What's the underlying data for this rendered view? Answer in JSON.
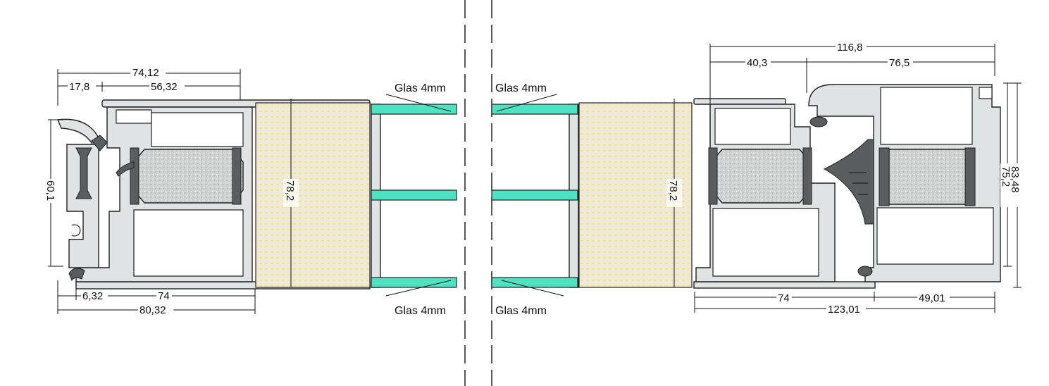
{
  "drawing": {
    "left_section": {
      "dimensions": {
        "top_total": "74,12",
        "top_left": "17,8",
        "top_right": "56,32",
        "height": "60,1",
        "bottom_left": "6,32",
        "bottom_mid": "74",
        "bottom_total": "80,32",
        "panel_thickness": "78,2"
      },
      "glass_top_label": "Glas 4mm",
      "glass_bottom_label": "Glas 4mm"
    },
    "right_section": {
      "dimensions": {
        "top_total": "116,8",
        "top_left": "40,3",
        "top_right": "76,5",
        "height_inner": "75,2",
        "height_outer": "83,48",
        "bottom_left": "74",
        "bottom_right": "49,01",
        "bottom_total": "123,01",
        "panel_thickness": "78,2"
      },
      "glass_top_label": "Glas 4mm",
      "glass_bottom_label": "Glas 4mm"
    },
    "colors": {
      "aluminium": "#dfe3e3",
      "gasket": "#5a5d5e",
      "insulation": "#c9cccb",
      "panel": "#f3e7b6",
      "glass": "#4fe2c2"
    }
  }
}
